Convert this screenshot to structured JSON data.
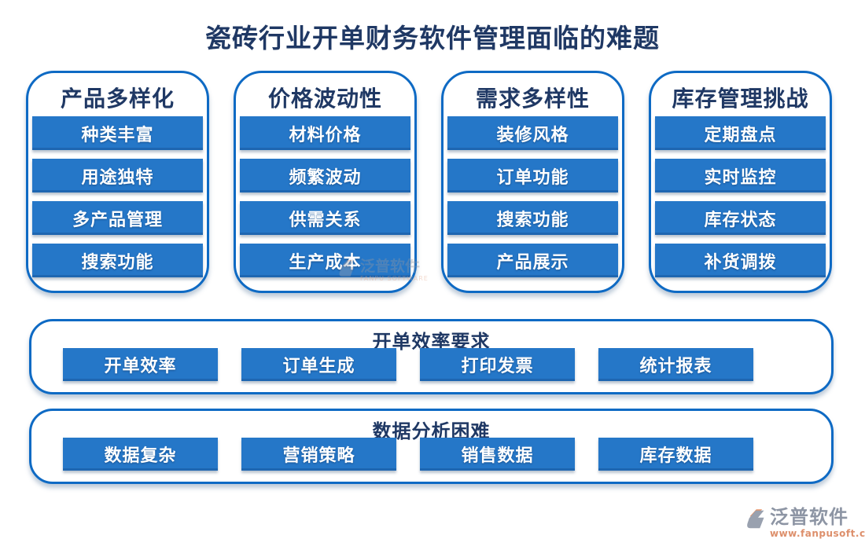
{
  "title": "瓷砖行业开单财务软件管理面临的难题",
  "colors": {
    "title_navy": "#1f3864",
    "border_blue": "#0e6ac4",
    "bar_blue": "#2577c8",
    "logo_gray": "#8d95a4",
    "logo_orange": "#dd8f6b"
  },
  "columns": [
    {
      "header": "产品多样化",
      "items": [
        "种类丰富",
        "用途独特",
        "多产品管理",
        "搜索功能"
      ]
    },
    {
      "header": "价格波动性",
      "items": [
        "材料价格",
        "频繁波动",
        "供需关系",
        "生产成本"
      ]
    },
    {
      "header": "需求多样性",
      "items": [
        "装修风格",
        "订单功能",
        "搜索功能",
        "产品展示"
      ]
    },
    {
      "header": "库存管理挑战",
      "items": [
        "定期盘点",
        "实时监控",
        "库存状态",
        "补货调拨"
      ]
    }
  ],
  "sections": [
    {
      "header": "开单效率要求",
      "items": [
        "开单效率",
        "订单生成",
        "打印发票",
        "统计报表"
      ]
    },
    {
      "header": "数据分析困难",
      "items": [
        "数据复杂",
        "营销策略",
        "销售数据",
        "库存数据"
      ]
    }
  ],
  "watermark": {
    "brand": "泛普软件",
    "sub": "FANPU SOFTWARE"
  },
  "logo": {
    "brand": "泛普软件",
    "url": "www.fanpusoft.com"
  }
}
